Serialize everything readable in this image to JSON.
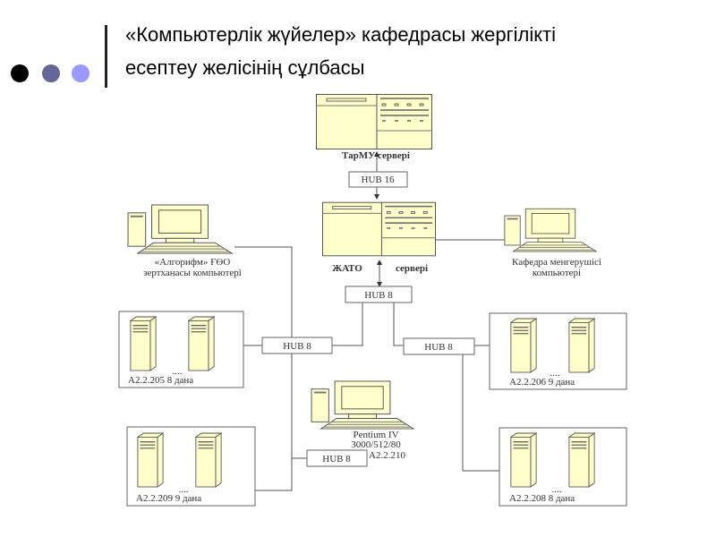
{
  "slide": {
    "title_line1": "«Компьютерлік жүйелер» кафедрасы жергілікті",
    "title_line2": "есептеу желісінің сұлбасы",
    "bullet_colors": [
      "#000000",
      "#666699",
      "#9999ff"
    ]
  },
  "diagram": {
    "tarmu_server": "ТарМУ серверi",
    "hub16": "HUB 16",
    "zhato_label": "ЖАТО",
    "zhato_server": "серверi",
    "hub8_top": "HUB 8",
    "hub8_left": "HUB 8",
    "hub8_right": "HUB 8",
    "hub8_bottom": "HUB 8",
    "lab_computer_line1": "«Алгорифм» ҒӨО",
    "lab_computer_line2": "зертханасы компьютерi",
    "head_computer_line1": "Кафедра менгерушiсi",
    "head_computer_line2": "компьютерi",
    "room_205": "A2.2.205 8 дана",
    "room_206": "A2.2.206 9 дана",
    "room_209": "A2.2.209 9 дана",
    "room_208": "A2.2.208 8 дана",
    "ellipsis": "....",
    "pentium_line1": "Pentium IV",
    "pentium_line2": "3000/512/80",
    "pentium_room": "A2.2.210",
    "equipment_color": "#ffffcc"
  }
}
